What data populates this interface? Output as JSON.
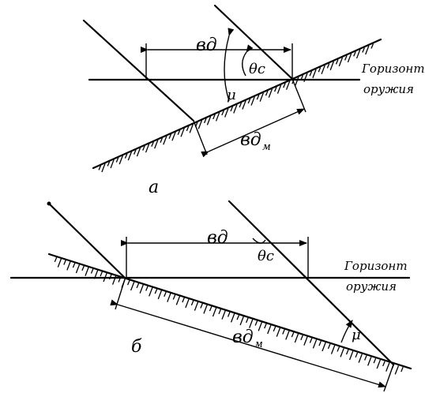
{
  "diagram_a": {
    "distance_label": "вд",
    "angle_theta": "θc",
    "angle_mu": "μ",
    "slope_distance_label": "вд",
    "slope_subscript": "м",
    "horizon_line1": "Горизонт",
    "horizon_line2": "оружия",
    "caption": "а"
  },
  "diagram_b": {
    "distance_label": "вд",
    "angle_theta": "θc",
    "angle_mu": "μ",
    "slope_distance_label": "вд",
    "slope_subscript": "м",
    "horizon_line1": "Горизонт",
    "horizon_line2": "оружия",
    "caption": "б"
  }
}
